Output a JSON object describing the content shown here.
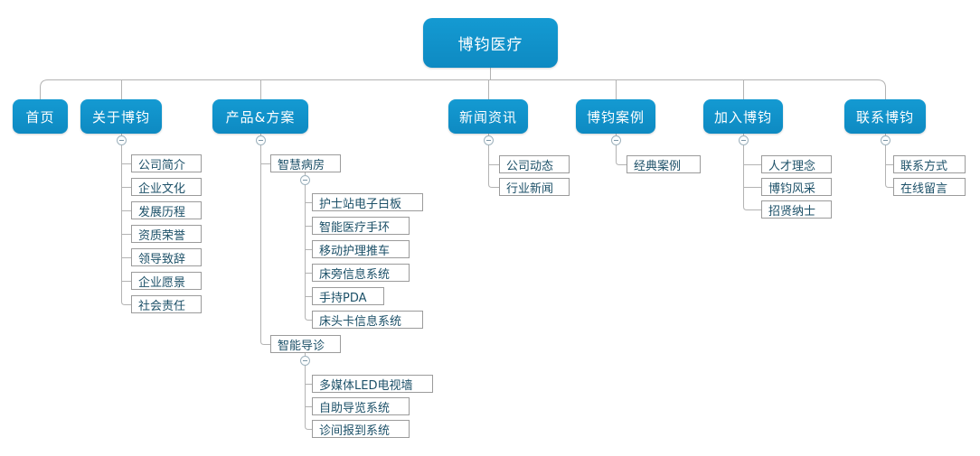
{
  "diagram": {
    "type": "sitemap-tree",
    "root": {
      "label": "博钧医疗"
    },
    "nav": [
      {
        "label": "首页",
        "children": []
      },
      {
        "label": "关于博钧",
        "children": [
          {
            "label": "公司简介"
          },
          {
            "label": "企业文化"
          },
          {
            "label": "发展历程"
          },
          {
            "label": "资质荣誉"
          },
          {
            "label": "领导致辞"
          },
          {
            "label": "企业愿景"
          },
          {
            "label": "社会责任"
          }
        ]
      },
      {
        "label": "产品&方案",
        "children": [
          {
            "label": "智慧病房",
            "children": [
              {
                "label": "护士站电子白板"
              },
              {
                "label": "智能医疗手环"
              },
              {
                "label": "移动护理推车"
              },
              {
                "label": "床旁信息系统"
              },
              {
                "label": "手持PDA"
              },
              {
                "label": "床头卡信息系统"
              }
            ]
          },
          {
            "label": "智能导诊",
            "children": [
              {
                "label": "多媒体LED电视墙"
              },
              {
                "label": "自助导览系统"
              },
              {
                "label": "诊间报到系统"
              }
            ]
          }
        ]
      },
      {
        "label": "新闻资讯",
        "children": [
          {
            "label": "公司动态"
          },
          {
            "label": "行业新闻"
          }
        ]
      },
      {
        "label": "博钧案例",
        "children": [
          {
            "label": "经典案例"
          }
        ]
      },
      {
        "label": "加入博钧",
        "children": [
          {
            "label": "人才理念"
          },
          {
            "label": "博钧风采"
          },
          {
            "label": "招贤纳士"
          }
        ]
      },
      {
        "label": "联系博钧",
        "children": [
          {
            "label": "联系方式"
          },
          {
            "label": "在线留言"
          }
        ]
      }
    ],
    "icons": {
      "collapse": "minus-circle"
    },
    "colors": {
      "node_fill": "#1191c9",
      "node_text": "#ffffff",
      "leaf_border": "#9b9b9b",
      "leaf_text": "#1c5068",
      "connector": "#b3b3b3",
      "background": "#ffffff"
    }
  }
}
